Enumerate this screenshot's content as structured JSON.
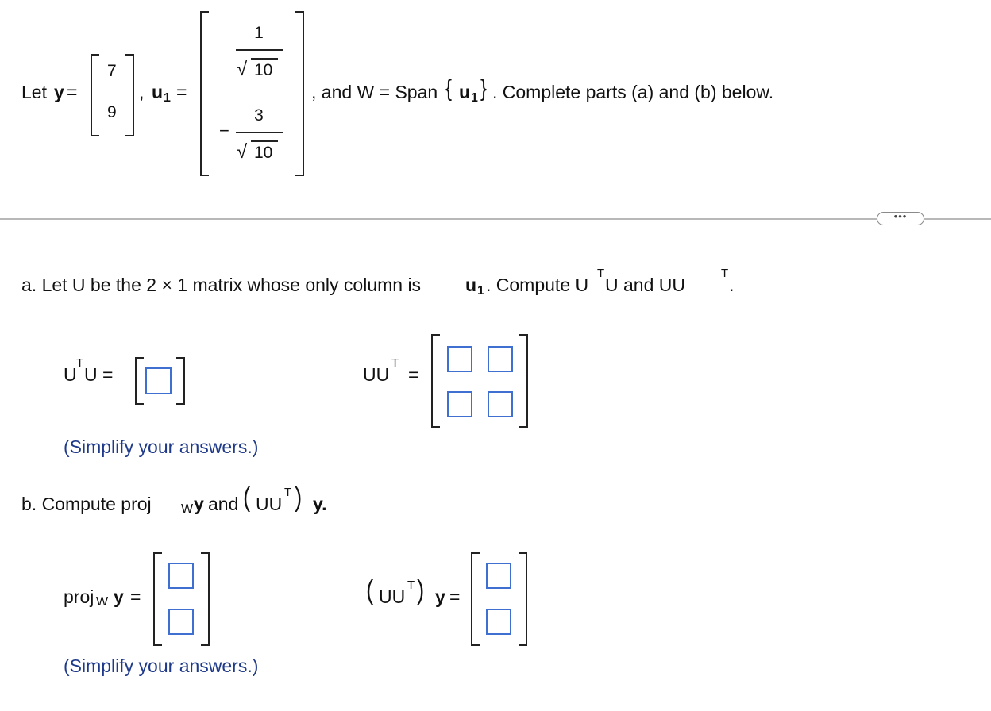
{
  "intro": {
    "let": "Let",
    "y_var": "y",
    "eq": "=",
    "y_values": [
      "7",
      "9"
    ],
    "comma": ",",
    "u_var": "u",
    "u_sub": "1",
    "u_entry1": {
      "sign": "",
      "numerator": "1",
      "sqrt_symbol": "√",
      "denominator": "10"
    },
    "u_entry2": {
      "sign": "−",
      "numerator": "3",
      "sqrt_symbol": "√",
      "denominator": "10"
    },
    "and_text": ", and W = Span",
    "span_open": "{",
    "span_var": "u",
    "span_sub": "1",
    "span_close": "}",
    "complete_text": ". Complete parts (a) and (b) below."
  },
  "more_button_label": "•••",
  "part_a": {
    "prefix": "a. Let U be the 2 × 1 matrix whose only column is",
    "u_var": "u",
    "u_sub": "1",
    "compute_text": ". Compute U",
    "sup_t1": "T",
    "mid_text": "U and UU",
    "sup_t2": "T",
    "end_text": ".",
    "utu_U1": "U",
    "utu_T": "T",
    "utu_U2": "U =",
    "uut_UU": "UU",
    "uut_T": "T",
    "uut_eq": "=",
    "simplify": "(Simplify your answers.)"
  },
  "part_b": {
    "prefix": "b. Compute proj",
    "sub_w": "W",
    "y_var": "y",
    "and_text": "and",
    "open_paren": "(",
    "uu": "UU",
    "sup_t": "T",
    "close_paren": ")",
    "y_end": "y.",
    "proj_label": "proj",
    "proj_sub": "W",
    "proj_y": "y",
    "proj_eq": "=",
    "uuty_open": "(",
    "uuty_uu": "UU",
    "uuty_t": "T",
    "uuty_close": ")",
    "uuty_y": "y",
    "uuty_eq": "=",
    "simplify": "(Simplify your answers.)"
  }
}
